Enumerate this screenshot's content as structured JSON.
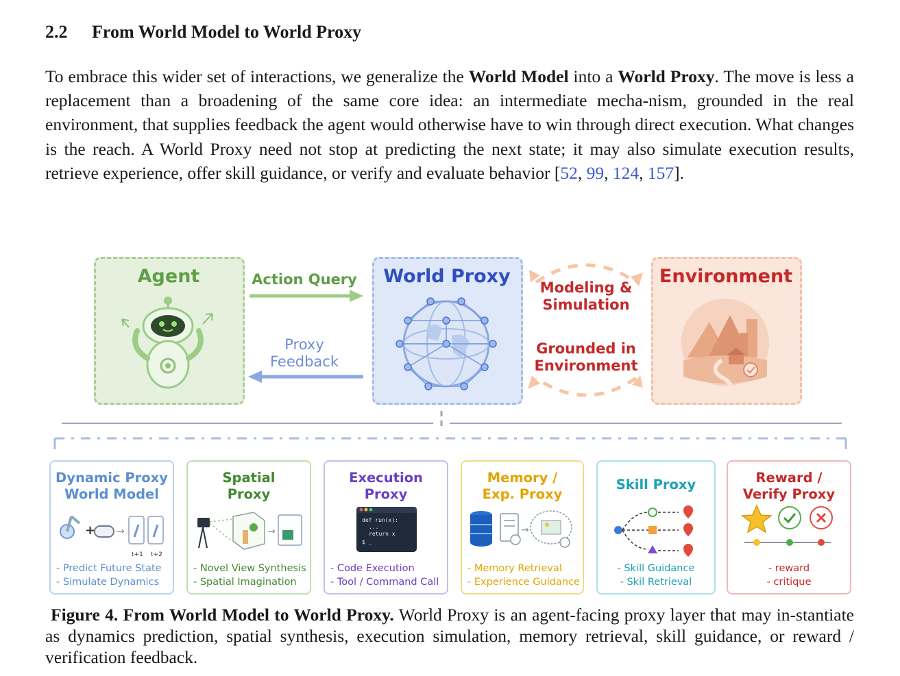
{
  "section": {
    "number": "2.2",
    "title": "From World Model to World Proxy"
  },
  "paragraph": {
    "p1": "To embrace this wider set of interactions, we generalize the ",
    "b1": "World Model",
    "p2": " into a ",
    "b2": "World Proxy",
    "p3": ". The move is less a replacement than a broadening of the same core idea: an intermediate mecha-nism, grounded in the real environment, that supplies feedback the agent would otherwise have to win through direct execution. What changes is the reach. A World Proxy need not stop at predicting the next state; it may also simulate execution results, retrieve experience, offer skill guidance, or verify and evaluate behavior [",
    "c1": "52",
    "c2": "99",
    "c3": "124",
    "c4": "157",
    "p4": "]."
  },
  "figure": {
    "agent_title": "Agent",
    "proxy_title": "World Proxy",
    "env_title": "Environment",
    "action_query": "Action Query",
    "proxy_feedback_1": "Proxy",
    "proxy_feedback_2": "Feedback",
    "modeling_1": "Modeling &",
    "modeling_2": "Simulation",
    "grounded_1": "Grounded in",
    "grounded_2": "Environment",
    "colors": {
      "agent": "#5f9e48",
      "proxy": "#2f4fbf",
      "env": "#c62828",
      "orange": "#f0b08a"
    },
    "cards": [
      {
        "title1": "Dynamic Proxy",
        "title2": "World Model",
        "items": [
          "- Predict Future State",
          "- Simulate Dynamics"
        ],
        "t1": "t+1",
        "t2": "t+2",
        "color": "#5b8fd0"
      },
      {
        "title1": "Spatial",
        "title2": "Proxy",
        "items": [
          "- Novel View Synthesis",
          "- Spatial Imagination"
        ],
        "color": "#3f8a2e"
      },
      {
        "title1": "Execution",
        "title2": "Proxy",
        "items": [
          "- Code Execution",
          "- Tool / Command Call"
        ],
        "code1": "def run(x):",
        "code2": "...",
        "code3": "return x",
        "code4": "$ _",
        "color": "#6a3fc4"
      },
      {
        "title1": "Memory /",
        "title2": "Exp. Proxy",
        "items": [
          "- Memory Retrieval",
          "- Experience Guidance"
        ],
        "color": "#e3a400"
      },
      {
        "title1": "Skill Proxy",
        "title2": "",
        "items": [
          "- Skill Guidance",
          "- Skil Retrieval"
        ],
        "color": "#1aa3b3"
      },
      {
        "title1": "Reward /",
        "title2": "Verify Proxy",
        "items": [
          "- reward",
          "- critique"
        ],
        "color": "#c62828"
      }
    ]
  },
  "caption": {
    "label": "Figure 4.",
    "lead": "From World Model to World Proxy.",
    "text": " World Proxy is an agent-facing proxy layer that may in-stantiate as dynamics prediction, spatial synthesis, execution simulation, memory retrieval, skill guidance, or reward / verification feedback."
  }
}
